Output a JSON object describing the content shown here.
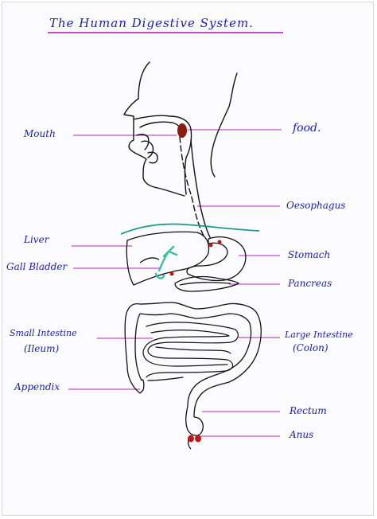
{
  "title": "The Human Digestive System.",
  "labels": {
    "mouth": "Mouth",
    "food": "food.",
    "oesophagus": "Oesophagus",
    "liver": "Liver",
    "gall_bladder": "Gall Bladder",
    "stomach": "Stomach",
    "pancreas": "Pancreas",
    "small_intestine_1": "Small Intestine",
    "small_intestine_2": "(Ileum)",
    "large_intestine_1": "Large Intestine",
    "large_intestine_2": "(Colon)",
    "appendix": "Appendix",
    "rectum": "Rectum",
    "anus": "Anus"
  },
  "colors": {
    "ink": "#1a1fa8",
    "pointer": "#c050c8",
    "outline": "#111111",
    "diaphragm": "#1f9a8a",
    "gall": "#3cc0a0",
    "food": "#8a1c12"
  }
}
